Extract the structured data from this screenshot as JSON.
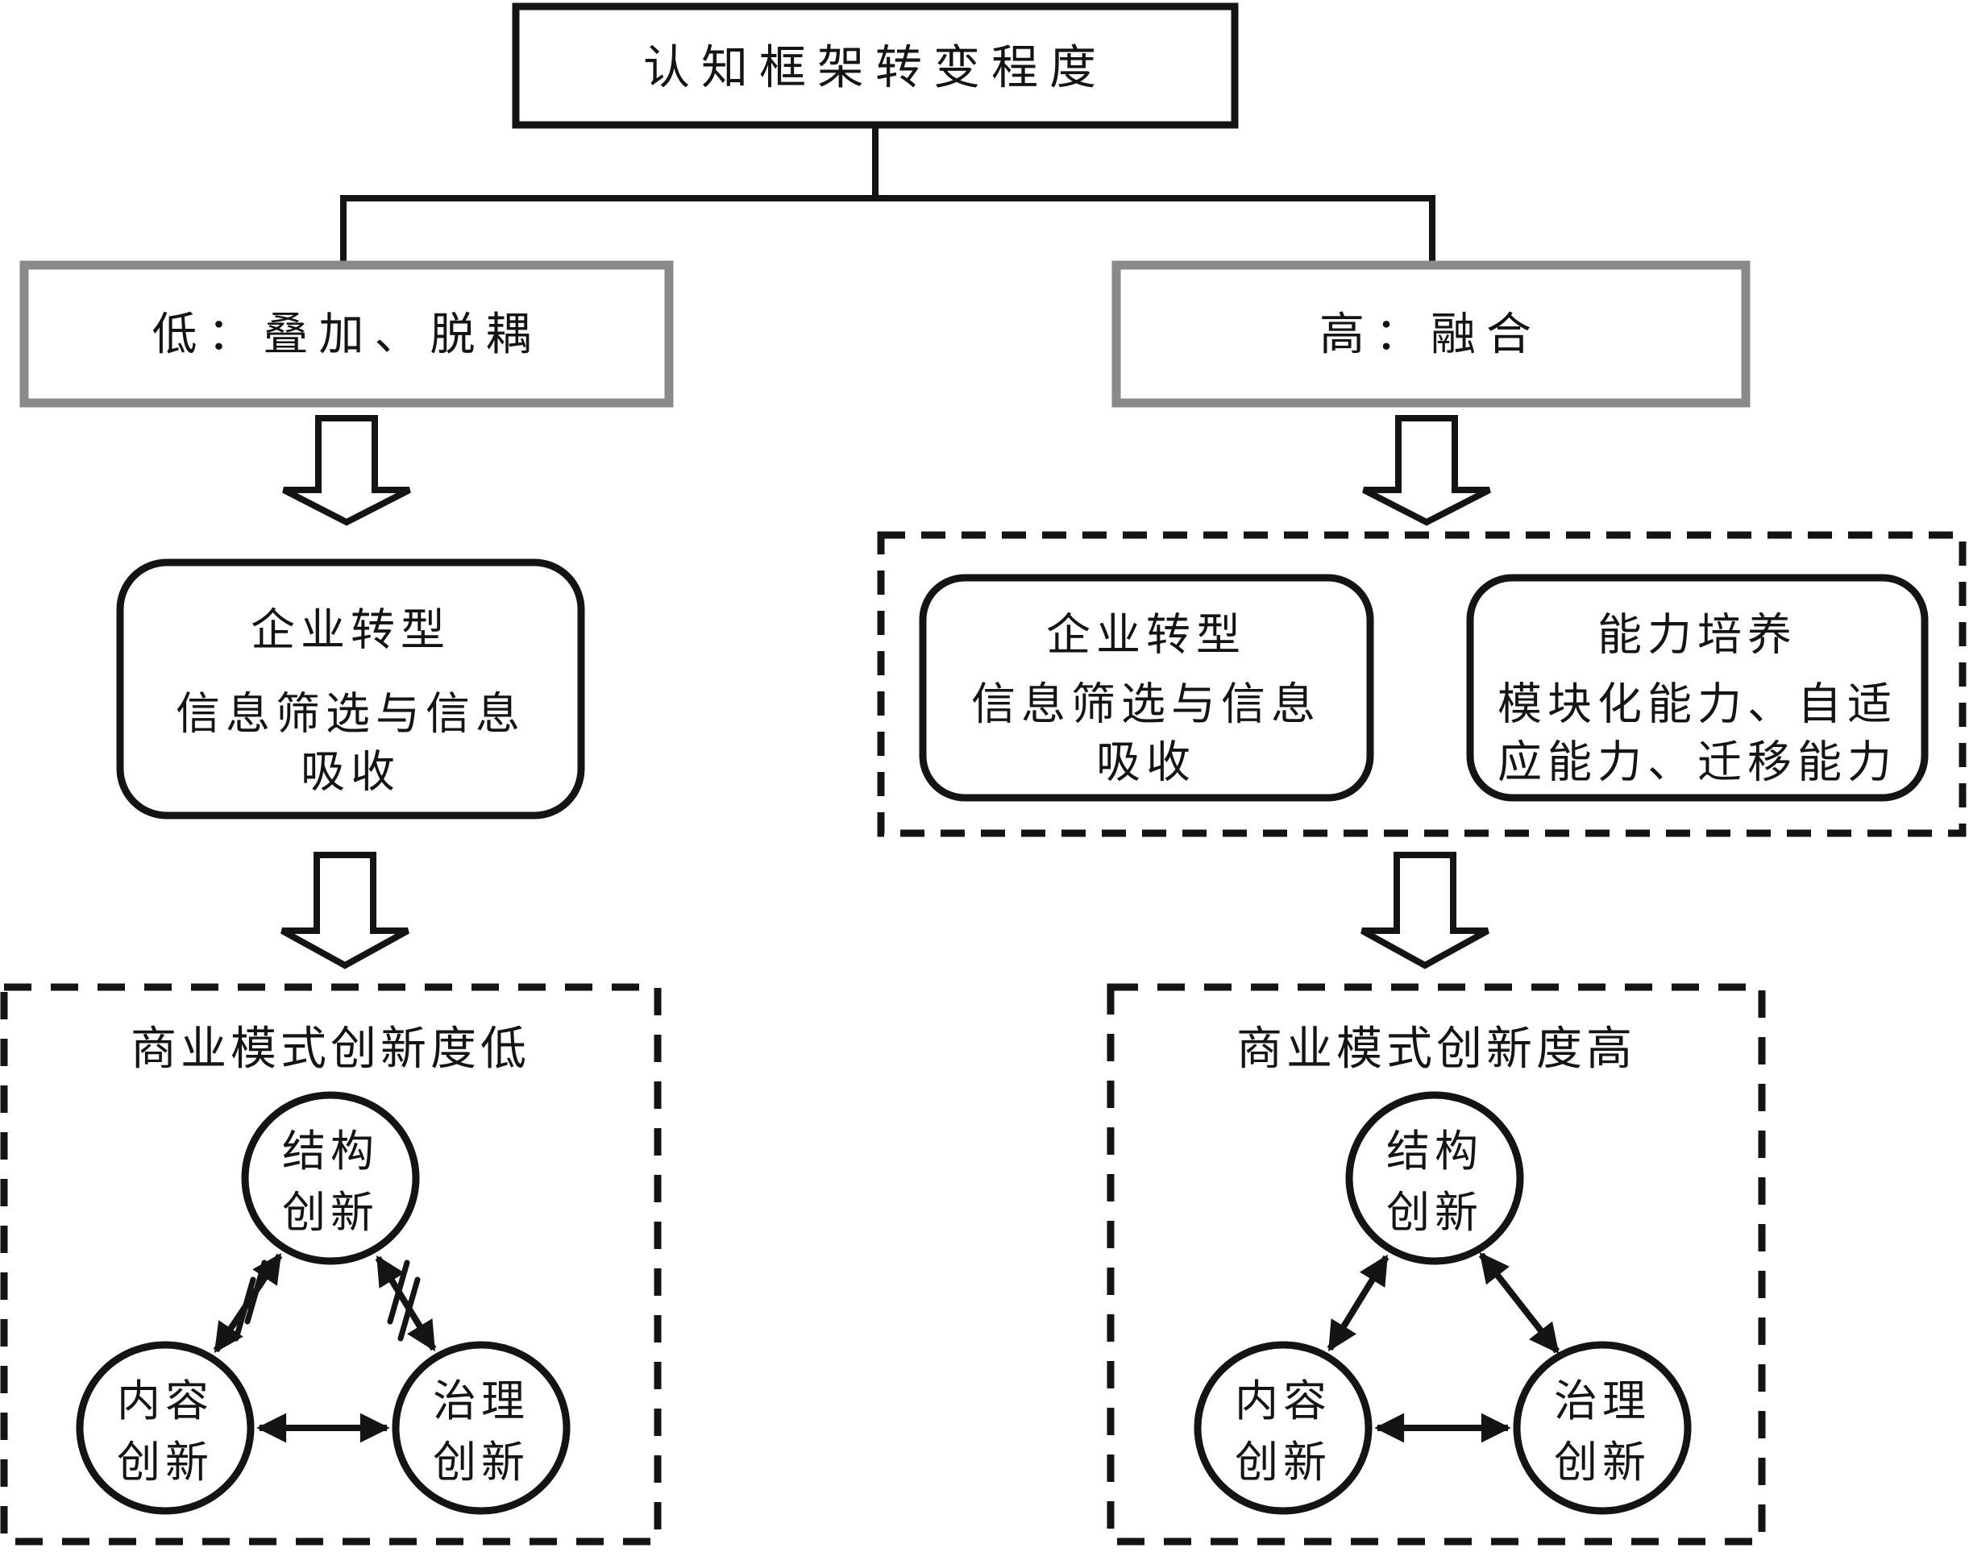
{
  "colors": {
    "ink": "#141414",
    "gray_border": "#8a8a8a",
    "background": "#ffffff"
  },
  "root": {
    "label": "认知框架转变程度"
  },
  "branches": {
    "low": {
      "label": "低：叠加、脱耦"
    },
    "high": {
      "label": "高：融合"
    }
  },
  "transform_low": {
    "line1": "企业转型",
    "line2": "信息筛选与信息",
    "line3": "吸收"
  },
  "transform_high": {
    "line1": "企业转型",
    "line2": "信息筛选与信息",
    "line3": "吸收"
  },
  "capability": {
    "line1": "能力培养",
    "line2": "模块化能力、自适",
    "line3": "应能力、迁移能力"
  },
  "outcome_low": {
    "title": "商业模式创新度低",
    "structure": {
      "line1": "结构",
      "line2": "创新"
    },
    "content": {
      "line1": "内容",
      "line2": "创新"
    },
    "governance": {
      "line1": "治理",
      "line2": "创新"
    },
    "broken_links": true
  },
  "outcome_high": {
    "title": "商业模式创新度高",
    "structure": {
      "line1": "结构",
      "line2": "创新"
    },
    "content": {
      "line1": "内容",
      "line2": "创新"
    },
    "governance": {
      "line1": "治理",
      "line2": "创新"
    },
    "broken_links": false
  }
}
